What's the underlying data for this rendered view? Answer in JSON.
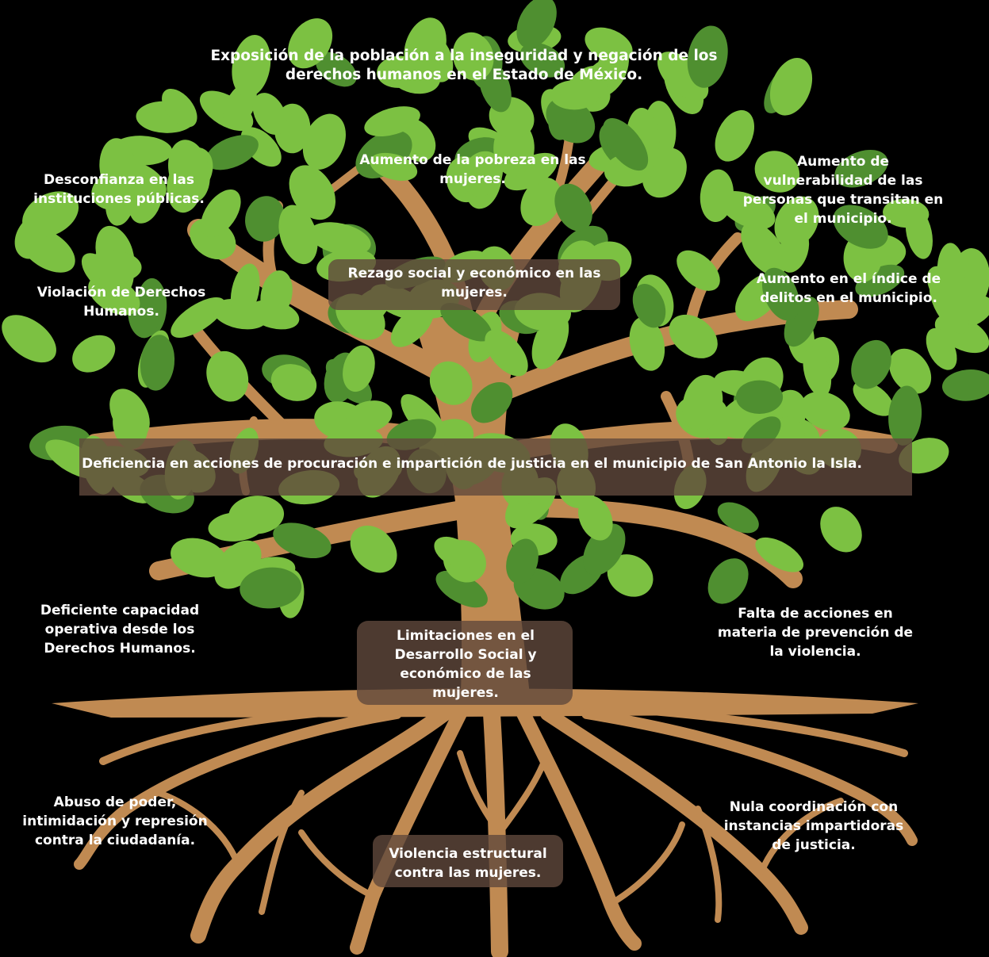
{
  "colors": {
    "background": "#000000",
    "trunk": "#c08a52",
    "leaf": "#7cc142",
    "leaf_shadow": "#4f8f30",
    "band": "#60483c",
    "text": "#ffffff"
  },
  "effects": {
    "top": "Exposición de la población a la inseguridad y negación de los\nderechos humanos en el Estado de México.",
    "pobreza": "Aumento de la pobreza en las\nmujeres.",
    "desconfianza": "Desconfianza en las\ninstituciones públicas.",
    "vulnerabilidad": "Aumento de\nvulnerabilidad de las\npersonas que transitan en\nel municipio.",
    "rezago": "Rezago social y económico en las\nmujeres.",
    "violacion": "Violación de Derechos\nHumanos.",
    "delitos": "Aumento en el índice de\ndelitos en el municipio."
  },
  "problem": {
    "central": "Deficiencia en acciones de procuración e impartición de justicia en el municipio de San Antonio la Isla."
  },
  "causes": {
    "capacidad": "Deficiente capacidad\noperativa desde los\nDerechos Humanos.",
    "limitaciones": "Limitaciones en el\nDesarrollo Social y\neconómico de las\nmujeres.",
    "prevencion": "Falta de acciones en\nmateria de prevención de\nla violencia.",
    "abuso": "Abuso de poder,\nintimidación y represión\ncontra la ciudadanía.",
    "estructural": "Violencia estructural\ncontra las mujeres.",
    "coordinacion": "Nula coordinación con\ninstancias impartidoras\nde justicia."
  }
}
